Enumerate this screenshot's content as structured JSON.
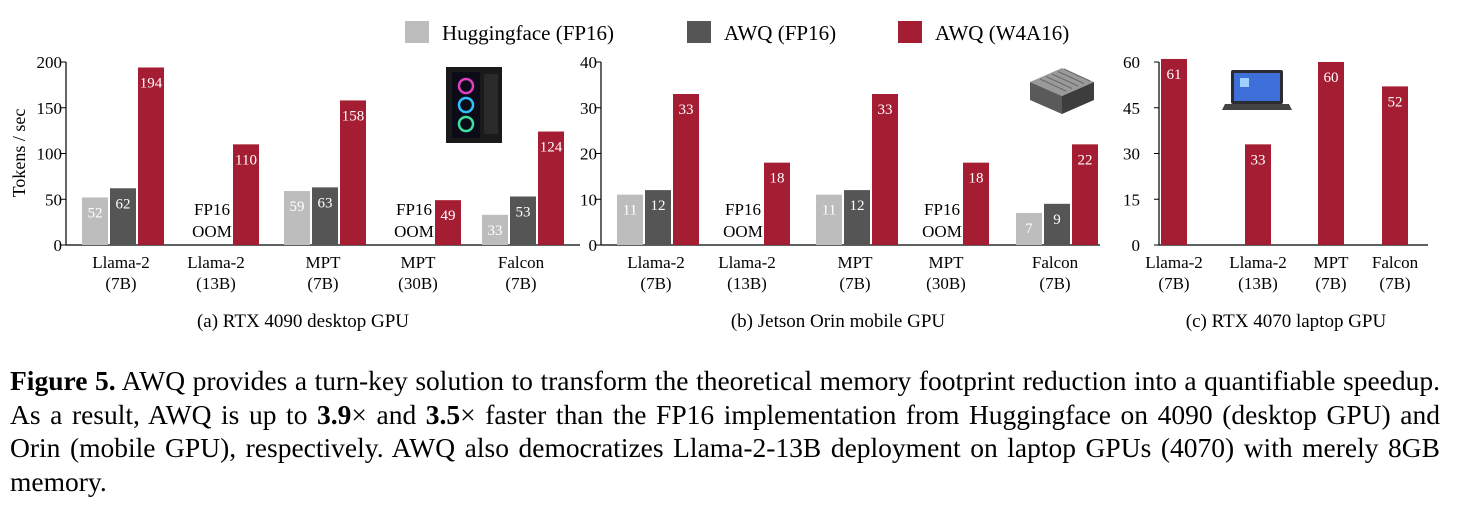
{
  "legend": [
    {
      "name": "Huggingface (FP16)",
      "color": "#bdbdbd"
    },
    {
      "name": "AWQ (FP16)",
      "color": "#555555"
    },
    {
      "name": "AWQ (W4A16)",
      "color": "#a51d33"
    }
  ],
  "chart_data": [
    {
      "type": "bar",
      "panel_title": "(a) RTX 4090 desktop GPU",
      "ylabel": "Tokens / sec",
      "ylim": [
        0,
        200
      ],
      "yticks": [
        "0",
        "50",
        "100",
        "150",
        "200"
      ],
      "legend_position": "top",
      "categories": [
        "Llama-2\n(7B)",
        "Llama-2\n(13B)",
        "MPT\n(7B)",
        "MPT\n(30B)",
        "Falcon\n(7B)"
      ],
      "series": [
        {
          "name": "Huggingface (FP16)",
          "values": [
            52,
            null,
            59,
            null,
            33
          ]
        },
        {
          "name": "AWQ (FP16)",
          "values": [
            62,
            null,
            63,
            null,
            53
          ]
        },
        {
          "name": "AWQ (W4A16)",
          "values": [
            194,
            110,
            158,
            49,
            124
          ]
        }
      ],
      "annotations": [
        "FP16\nOOM",
        "FP16\nOOM"
      ],
      "icon": "desktop-pc-icon"
    },
    {
      "type": "bar",
      "panel_title": "(b) Jetson Orin mobile GPU",
      "ylabel": "",
      "ylim": [
        0,
        40
      ],
      "yticks": [
        "0",
        "10",
        "20",
        "30",
        "40"
      ],
      "categories": [
        "Llama-2\n(7B)",
        "Llama-2\n(13B)",
        "MPT\n(7B)",
        "MPT\n(30B)",
        "Falcon\n(7B)"
      ],
      "series": [
        {
          "name": "Huggingface (FP16)",
          "values": [
            11,
            null,
            11,
            null,
            7
          ]
        },
        {
          "name": "AWQ (FP16)",
          "values": [
            12,
            null,
            12,
            null,
            9
          ]
        },
        {
          "name": "AWQ (W4A16)",
          "values": [
            33,
            18,
            33,
            18,
            22
          ]
        }
      ],
      "annotations": [
        "FP16\nOOM",
        "FP16\nOOM"
      ],
      "icon": "jetson-module-icon"
    },
    {
      "type": "bar",
      "panel_title": "(c) RTX 4070 laptop GPU",
      "ylabel": "",
      "ylim": [
        0,
        60
      ],
      "yticks": [
        "0",
        "15",
        "30",
        "45",
        "60"
      ],
      "categories": [
        "Llama-2\n(7B)",
        "Llama-2\n(13B)",
        "MPT\n(7B)",
        "Falcon\n(7B)"
      ],
      "series": [
        {
          "name": "AWQ (W4A16)",
          "values": [
            61,
            33,
            60,
            52
          ]
        }
      ],
      "icon": "laptop-icon"
    }
  ],
  "caption": {
    "label": "Figure 5.",
    "p1": " AWQ provides a turn-key solution to transform the theoretical memory footprint reduction into a quantifiable speedup.  As a result, AWQ is up to ",
    "b1": "3.9",
    "p2": "× and ",
    "b2": "3.5",
    "p3": "× faster than the FP16 implementation from Huggingface on 4090 (desktop GPU) and Orin (mobile GPU), respectively. AWQ also democratizes Llama-2-13B deployment on laptop GPUs (4070) with merely 8GB memory."
  }
}
